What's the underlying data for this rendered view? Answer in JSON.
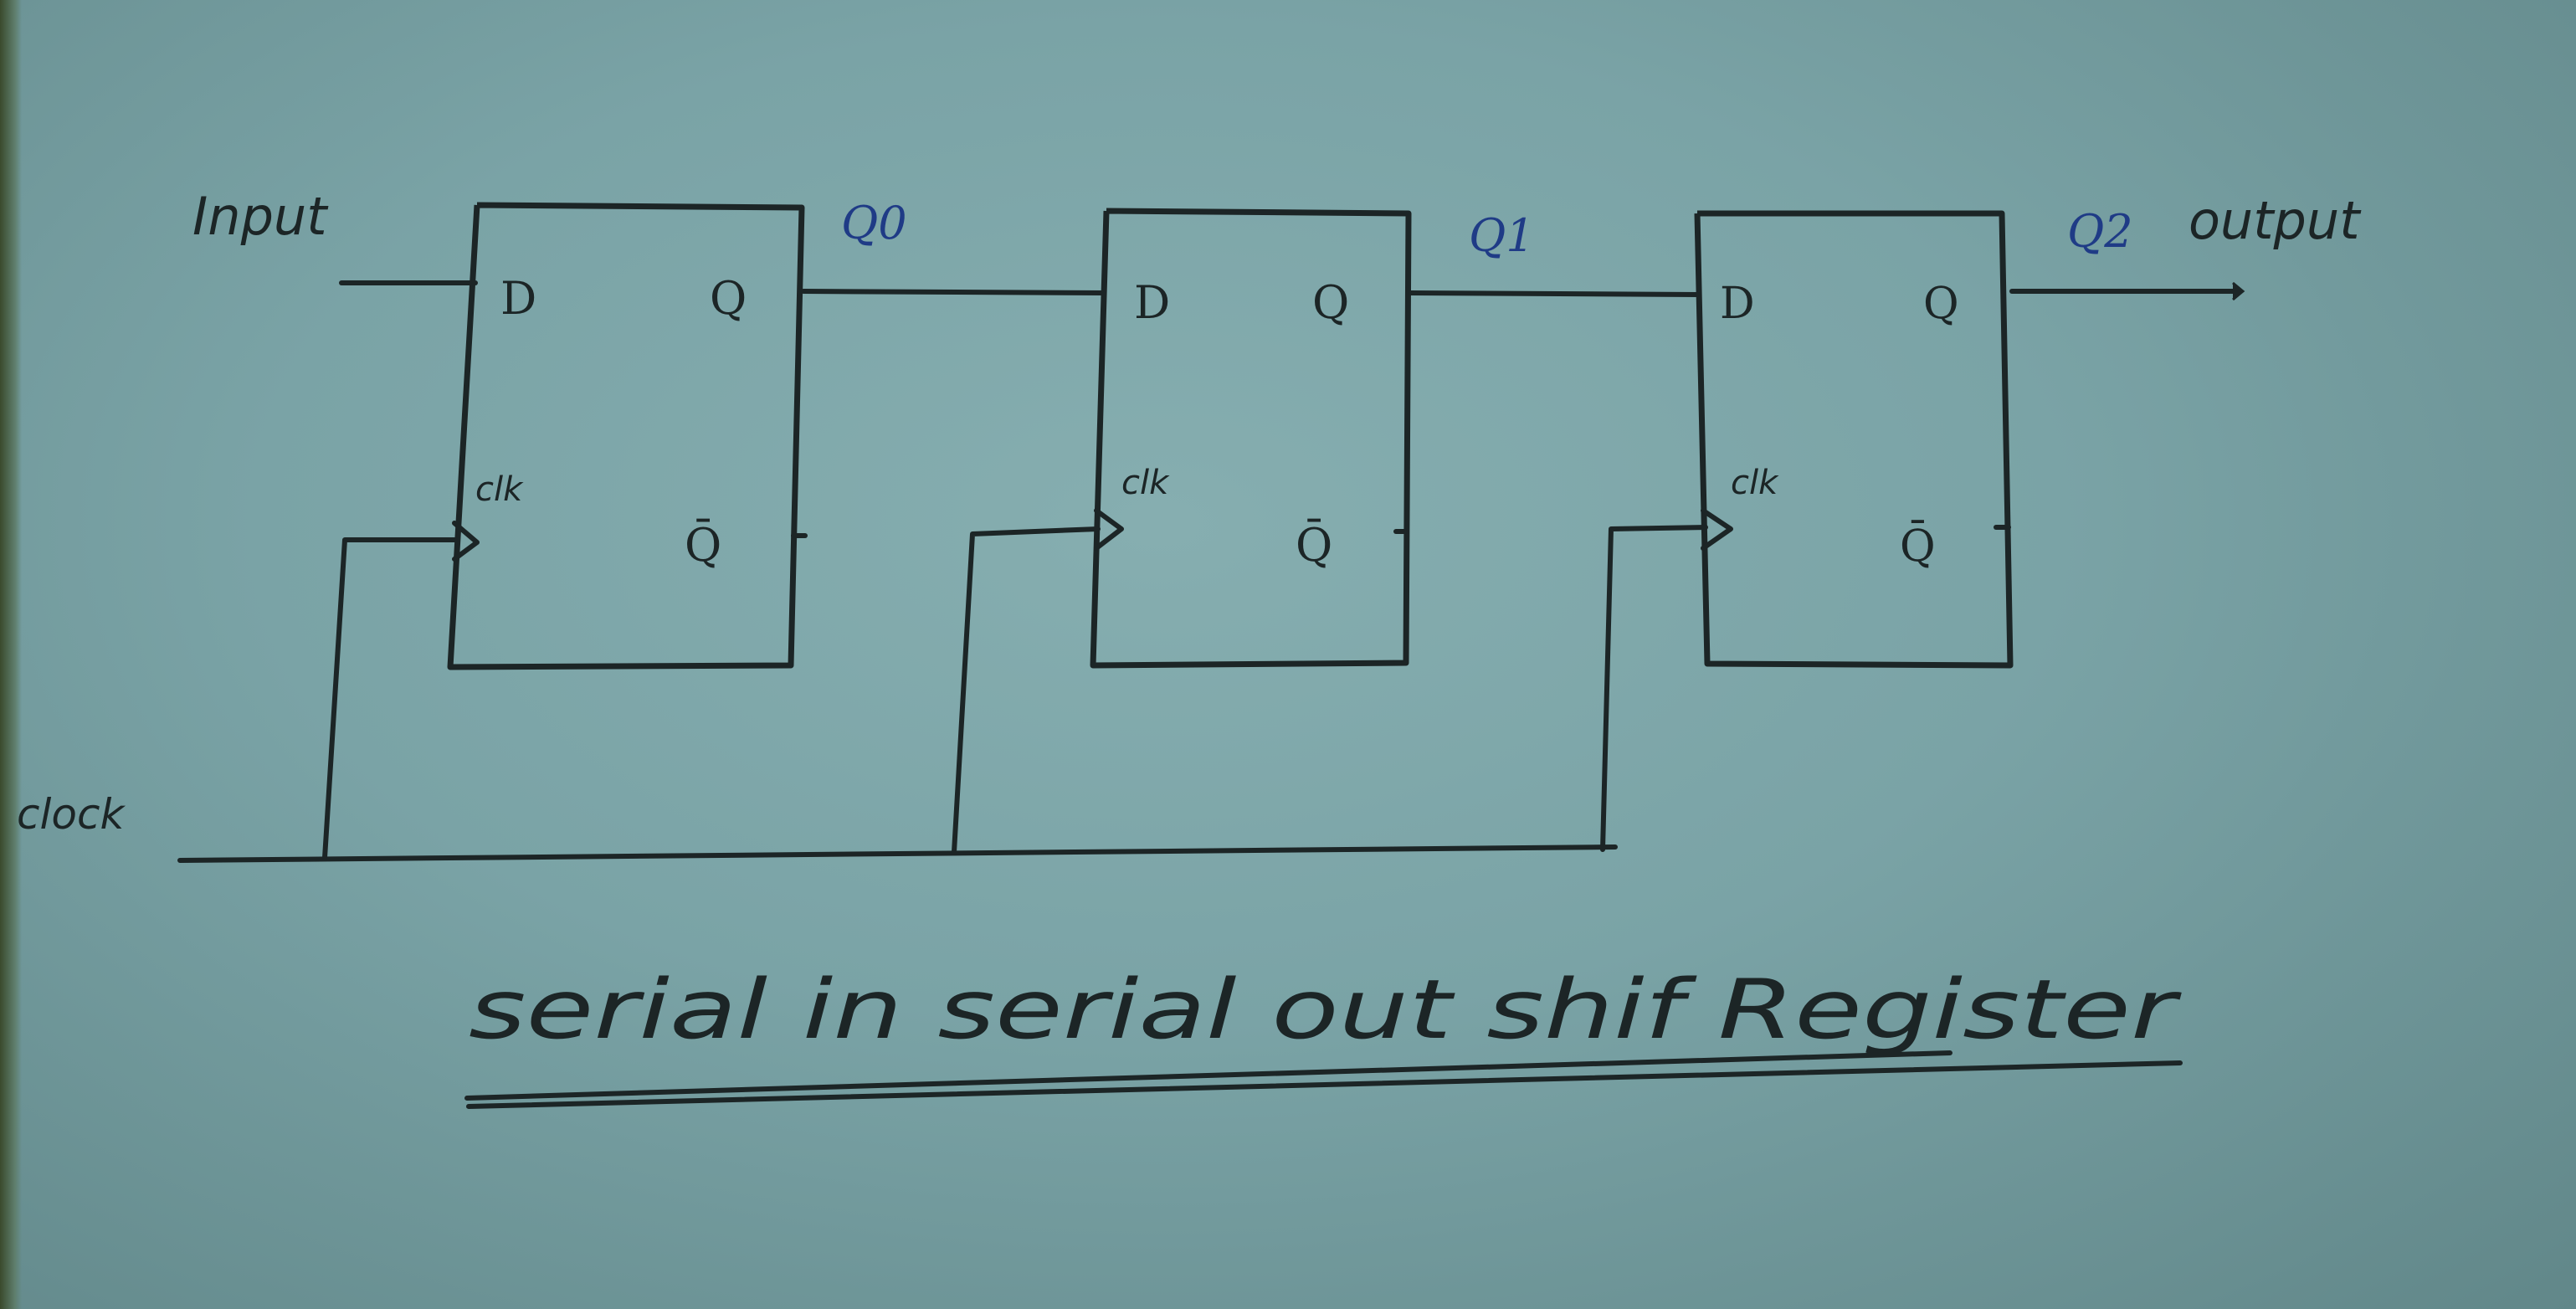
{
  "diagram": {
    "input_label": "Input",
    "clock_label": "clock",
    "output_label": "output",
    "title": "serial in serial out shif Register",
    "flip_flops": [
      {
        "d": "D",
        "q": "Q",
        "clk": "clk",
        "qbar": "Q̄",
        "out": "Q0"
      },
      {
        "d": "D",
        "q": "Q",
        "clk": "clk",
        "qbar": "Q̄",
        "out": "Q1"
      },
      {
        "d": "D",
        "q": "Q",
        "clk": "clk",
        "qbar": "Q̄",
        "out": "Q2"
      }
    ],
    "colors": {
      "paper": "#7aa3a6",
      "ink": "#1c2526",
      "blue_ink": "#1f3b86"
    }
  }
}
